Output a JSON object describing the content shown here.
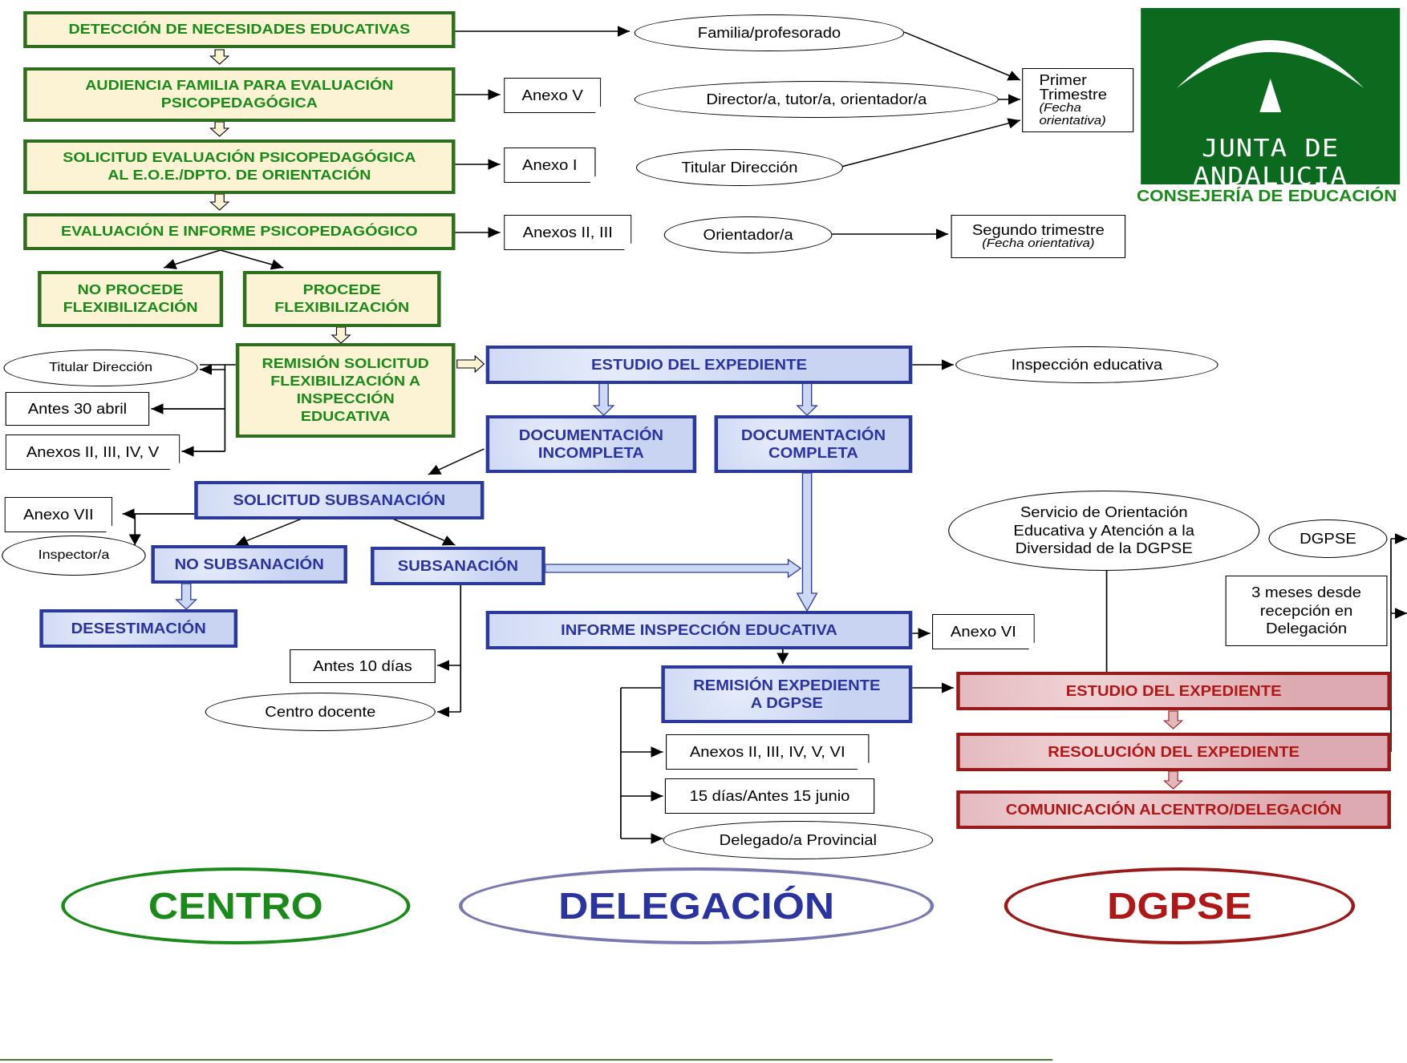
{
  "logo": {
    "name": "JUNTA DE ANDALUCIA",
    "subtitle": "CONSEJERÍA DE EDUCACIÓN"
  },
  "centro": {
    "deteccion": "DETECCIÓN DE NECESIDADES EDUCATIVAS",
    "audiencia": "AUDIENCIA FAMILIA PARA EVALUACIÓN\nPSICOPEDAGÓGICA",
    "solicitud": "SOLICITUD EVALUACIÓN PSICOPEDAGÓGICA\nAL E.O.E./DPTO. DE ORIENTACIÓN",
    "evaluacion": "EVALUACIÓN E INFORME PSICOPEDAGÓGICO",
    "no_procede": "NO PROCEDE\nFLEXIBILIZACIÓN",
    "procede": "PROCEDE\nFLEXIBILIZACIÓN",
    "remision": "REMISIÓN SOLICITUD\nFLEXIBILIZACIÓN A\nINSPECCIÓN\nEDUCATIVA"
  },
  "delegacion": {
    "estudio": "ESTUDIO DEL EXPEDIENTE",
    "doc_incompleta": "DOCUMENTACIÓN\nINCOMPLETA",
    "doc_completa": "DOCUMENTACIÓN\nCOMPLETA",
    "solicitud_subsanacion": "SOLICITUD SUBSANACIÓN",
    "no_subsanacion": "NO SUBSANACIÓN",
    "subsanacion": "SUBSANACIÓN",
    "desestimacion": "DESESTIMACIÓN",
    "informe": "INFORME INSPECCIÓN EDUCATIVA",
    "remision": "REMISIÓN EXPEDIENTE\nA DGPSE"
  },
  "dgpse": {
    "estudio": "ESTUDIO DEL EXPEDIENTE",
    "resolucion": "RESOLUCIÓN DEL EXPEDIENTE",
    "comunicacion": "COMUNICACIÓN ALCENTRO/DELEGACIÓN"
  },
  "notes": {
    "familia": "Familia/profesorado",
    "anexo_v": "Anexo V",
    "director": "Director/a, tutor/a, orientador/a",
    "anexo_i": "Anexo I",
    "titular1": "Titular Dirección",
    "primer_a": "Primer",
    "primer_b": "Trimestre",
    "primer_c": "(Fecha",
    "primer_d": "orientativa)",
    "anexos_23": "Anexos II, III",
    "orientador": "Orientador/a",
    "segundo_a": "Segundo trimestre",
    "segundo_b": "(Fecha orientativa)",
    "titular2": "Titular Dirección",
    "antes_abril": "Antes 30 abril",
    "anexos_2345": "Anexos II, III, IV, V",
    "inspeccion": "Inspección educativa",
    "anexo_vii": "Anexo VII",
    "inspector": "Inspector/a",
    "antes_10": "Antes 10 días",
    "centro_docente": "Centro docente",
    "anexo_vi": "Anexo VI",
    "anexos_all": "Anexos II, III, IV, V, VI",
    "quince": "15 días/Antes 15 junio",
    "delegado": "Delegado/a Provincial",
    "servicio": "Servicio de Orientación\nEducativa y Atención a la\nDiversidad de la DGPSE",
    "dgpse_small": "DGPSE",
    "tres_meses": "3 meses desde\nrecepción en\nDelegación"
  },
  "legend": {
    "centro": "CENTRO",
    "delegacion": "DELEGACIÓN",
    "dgpse": "DGPSE"
  },
  "colors": {
    "green": "#1a8a1a",
    "blue": "#2b33a0",
    "red": "#b01818",
    "logo_bg": "#0b6a1e"
  }
}
